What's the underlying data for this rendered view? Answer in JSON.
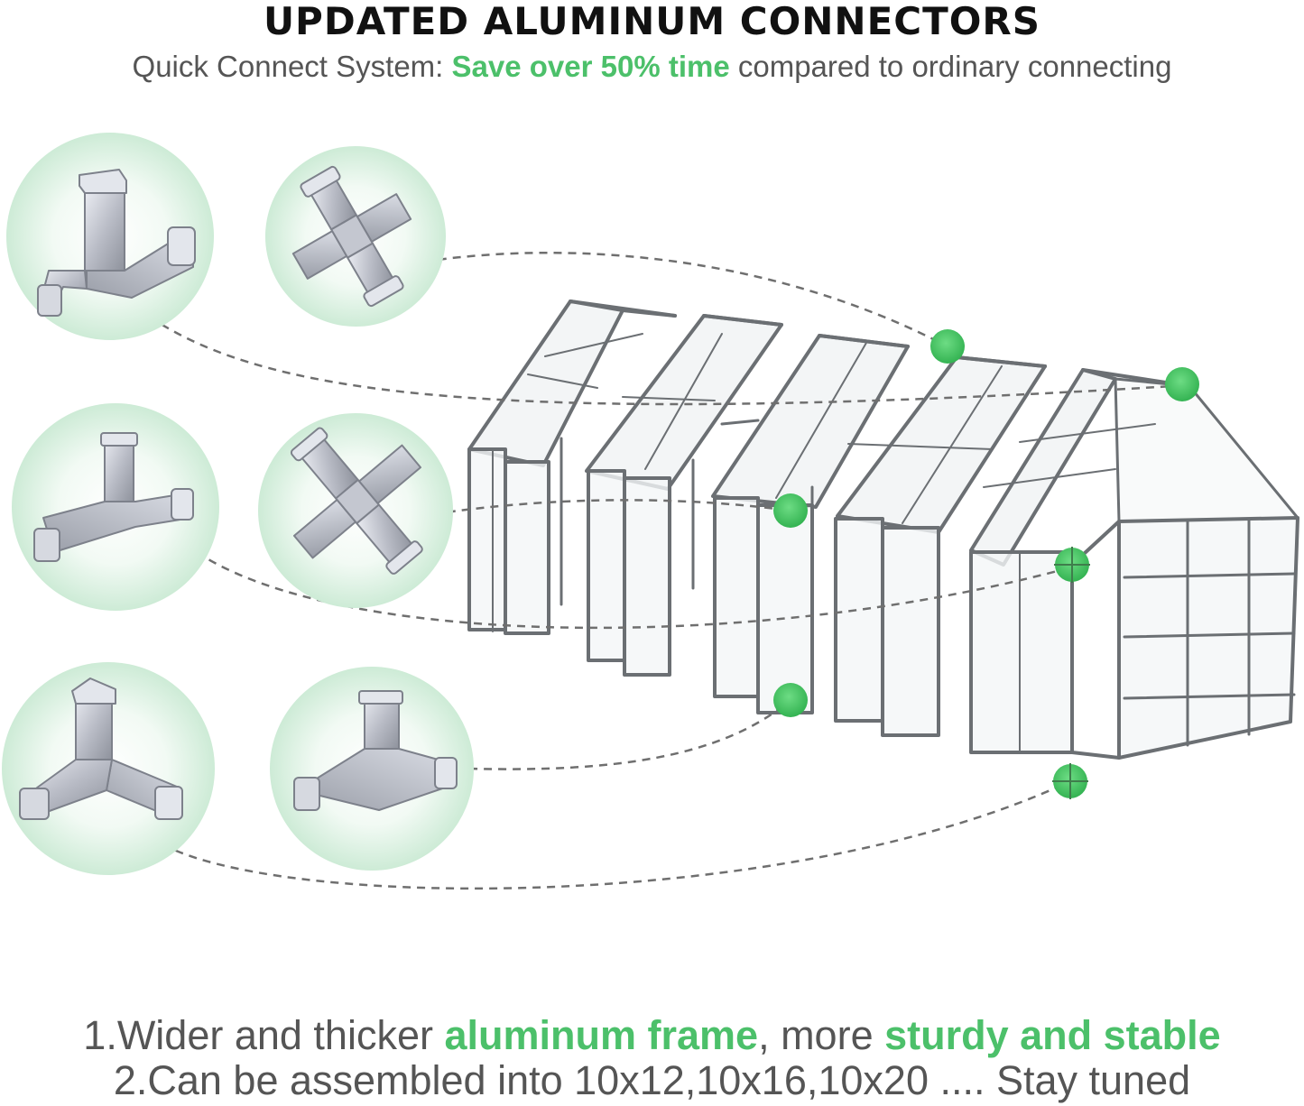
{
  "header": {
    "title": "UPDATED ALUMINUM CONNECTORS",
    "subtitle_prefix": "Quick Connect System: ",
    "subtitle_highlight": "Save over 50% time",
    "subtitle_suffix": " compared to ordinary connecting"
  },
  "features": [
    {
      "prefix": "1.Wider and thicker ",
      "highlight1": "aluminum frame",
      "middle": ", more ",
      "highlight2": "sturdy and stable"
    },
    {
      "text": "2.Can be assembled into 10x12,10x16,10x20 .... Stay tuned"
    }
  ],
  "colors": {
    "accent_green": "#4cc06a",
    "text_gray": "#555555",
    "title_black": "#111111",
    "frame_gray": "#6b6f73"
  },
  "connectors": [
    {
      "type": "corner-3-way"
    },
    {
      "type": "cross-4-way"
    },
    {
      "type": "t-3-way"
    },
    {
      "type": "cross-4-way-angled"
    },
    {
      "type": "corner-3-way-base"
    },
    {
      "type": "t-3-way-base"
    }
  ]
}
